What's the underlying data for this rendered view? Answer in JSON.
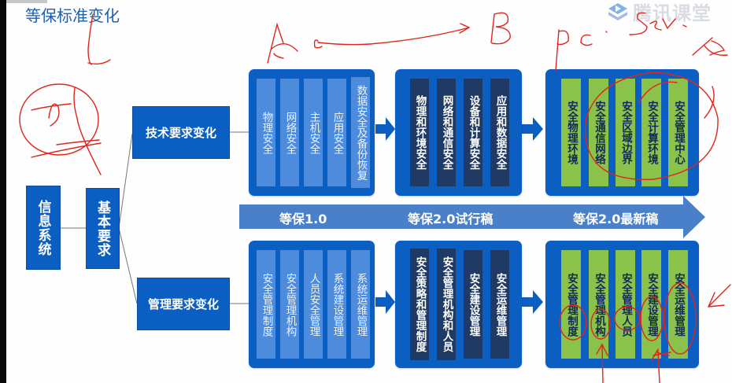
{
  "slide": {
    "title": "等保标准变化",
    "watermark": {
      "icon": "play-icon",
      "text": "腾讯课堂"
    }
  },
  "tree": {
    "root": "信息系统",
    "child": "基本要求",
    "branches": [
      {
        "label": "技术要求变化"
      },
      {
        "label": "管理要求变化"
      }
    ]
  },
  "timeline": {
    "stages": [
      "等保1.0",
      "等保2.0试行稿",
      "等保2.0最新稿"
    ]
  },
  "technical": {
    "v1": [
      "物理安全",
      "网络安全",
      "主机安全",
      "应用安全",
      "数据安全及备份恢复"
    ],
    "v2_draft": [
      "物理和环境安全",
      "网络和通信安全",
      "设备和计算安全",
      "应用和数据安全"
    ],
    "v2_final": [
      "安全物理环境",
      "安全通信网络",
      "安全区域边界",
      "安全计算环境",
      "安全管理中心"
    ]
  },
  "management": {
    "v1": [
      "安全管理制度",
      "安全管理机构",
      "人员安全管理",
      "系统建设管理",
      "系统运维管理"
    ],
    "v2_draft": [
      "安全策略和管理制度",
      "安全管理机构和人员",
      "安全建设管理",
      "安全运维管理"
    ],
    "v2_final": [
      "安全管理制度",
      "安全管理机构",
      "安全管理人员",
      "安全建设管理",
      "安全运维管理"
    ]
  },
  "annotations": {
    "handwriting": [
      "A",
      "C",
      "B",
      "pc",
      "Sev"
    ],
    "color": "#e0261c"
  },
  "colors": {
    "primary_blue": "#0b5fc2",
    "light_column": "#4d8bdc",
    "dark_column": "#1f3a64",
    "green_column": "#8bc24a",
    "timeline_arrow": "#4a7fc9",
    "title": "#1b5fae"
  }
}
